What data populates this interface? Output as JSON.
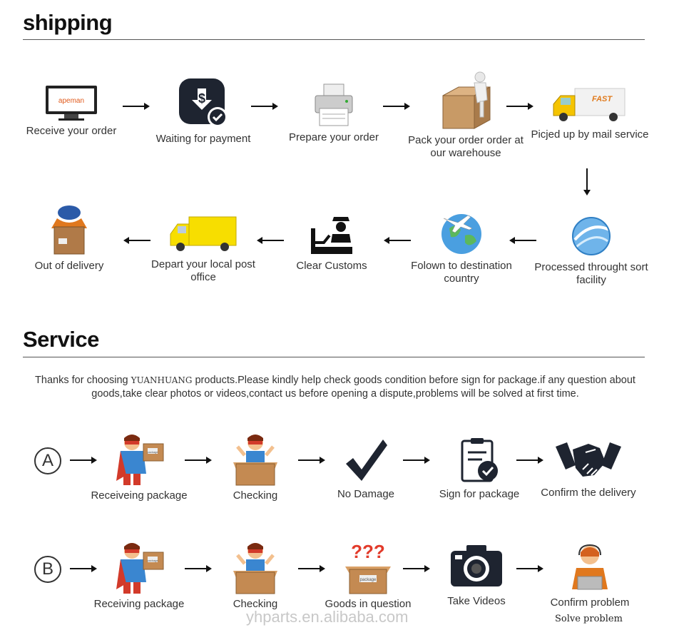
{
  "sections": {
    "shipping_title": "shipping",
    "service_title": "Service"
  },
  "shipping_steps": [
    {
      "label": "Receive your order",
      "icon": "monitor-icon",
      "screen_text": "apeman"
    },
    {
      "label": "Waiting for payment",
      "icon": "payment-icon"
    },
    {
      "label": "Prepare your order",
      "icon": "printer-icon"
    },
    {
      "label": "Pack your order order at our warehouse",
      "icon": "packer-icon"
    },
    {
      "label": "Picjed up by mail service",
      "icon": "fast-truck-icon",
      "truck_text": "FAST"
    },
    {
      "label": "Processed throught sort facility",
      "icon": "globe-swirl-icon"
    },
    {
      "label": "Folown to destination country",
      "icon": "earth-plane-icon"
    },
    {
      "label": "Clear Customs",
      "icon": "customs-icon"
    },
    {
      "label": "Depart your local post office",
      "icon": "delivery-van-icon"
    },
    {
      "label": "Out of delivery",
      "icon": "courier-icon"
    }
  ],
  "service_notice": {
    "before": "Thanks for choosing ",
    "brand": "YUANHUANG",
    "after": " products.Please kindly help check goods condition before sign for package.if any question about",
    "line2": "goods,take clear photos or videos,contact us before opening a dispute,problems will be solved at first time."
  },
  "flow_a": {
    "marker": "A",
    "steps": [
      {
        "label": "Receiveing package",
        "icon": "hero-box-icon",
        "box_text": "package"
      },
      {
        "label": "Checking",
        "icon": "checking-box-icon"
      },
      {
        "label": "No Damage",
        "icon": "checkmark-icon"
      },
      {
        "label": "Sign for package",
        "icon": "clipboard-check-icon"
      },
      {
        "label": "Confirm the delivery",
        "icon": "handshake-icon"
      }
    ]
  },
  "flow_b": {
    "marker": "B",
    "steps": [
      {
        "label": "Receiving package",
        "icon": "hero-box-icon",
        "box_text": "package"
      },
      {
        "label": "Checking",
        "icon": "checking-box-icon"
      },
      {
        "label": "Goods in question",
        "icon": "question-box-icon",
        "box_text": "package",
        "marks": "???"
      },
      {
        "label": "Take Videos",
        "icon": "camera-icon"
      },
      {
        "label": "Confirm problem",
        "icon": "support-agent-icon"
      }
    ],
    "footnote": "Solve problem"
  },
  "watermark": "yhparts.en.alibaba.com",
  "colors": {
    "box": "#b07a48",
    "hero_blue": "#3a86d0",
    "hero_red": "#d23a2a",
    "dark_icon": "#1e2430",
    "truck_yellow": "#f5c400"
  }
}
